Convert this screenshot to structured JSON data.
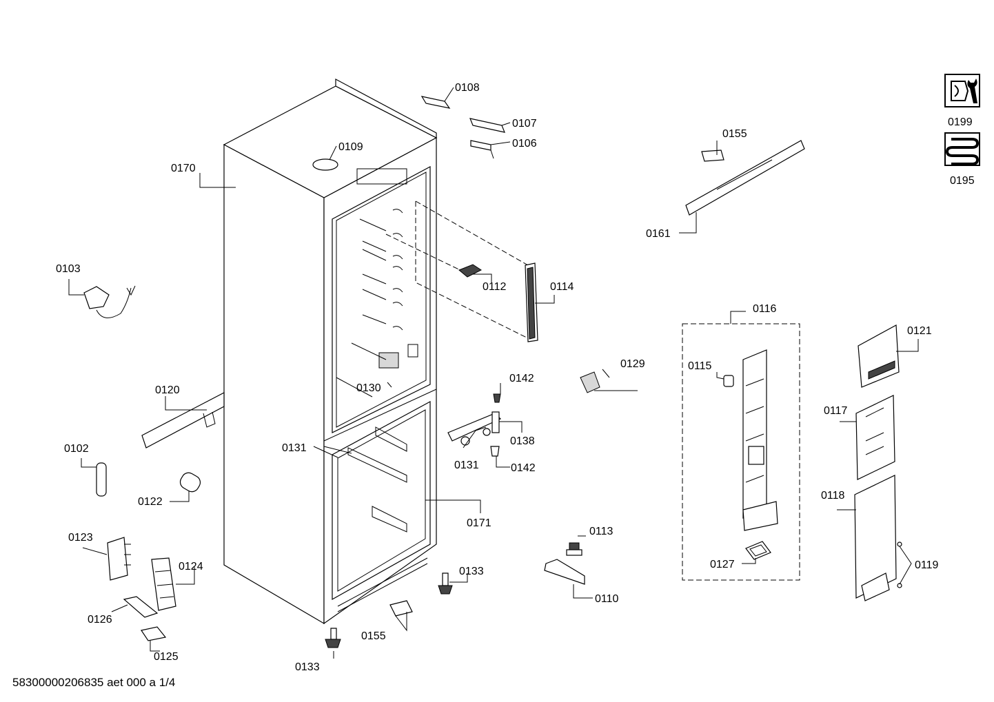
{
  "footer": {
    "document_id": "58300000206835 aet 000 a 1/4"
  },
  "icons": {
    "service": {
      "label": "0199",
      "icon": "wrench-icon"
    },
    "refrigerant": {
      "label": "0195",
      "icon": "coil-icon"
    }
  },
  "callouts": {
    "c0108": "0108",
    "c0107": "0107",
    "c0106": "0106",
    "c0109": "0109",
    "c0170": "0170",
    "c0103": "0103",
    "c0112": "0112",
    "c0114": "0114",
    "c0155_top": "0155",
    "c0161": "0161",
    "c0116": "0116",
    "c0115": "0115",
    "c0121": "0121",
    "c0129": "0129",
    "c0120": "0120",
    "c0130": "0130",
    "c0142_top": "0142",
    "c0138": "0138",
    "c0131_left": "0131",
    "c0131_right": "0131",
    "c0142_bottom": "0142",
    "c0102": "0102",
    "c0122": "0122",
    "c0171": "0171",
    "c0117": "0117",
    "c0118": "0118",
    "c0113": "0113",
    "c0123": "0123",
    "c0124": "0124",
    "c0133_right": "0133",
    "c0110": "0110",
    "c0127": "0127",
    "c0119": "0119",
    "c0126": "0126",
    "c0155_bottom": "0155",
    "c0125": "0125",
    "c0133_bottom": "0133"
  }
}
